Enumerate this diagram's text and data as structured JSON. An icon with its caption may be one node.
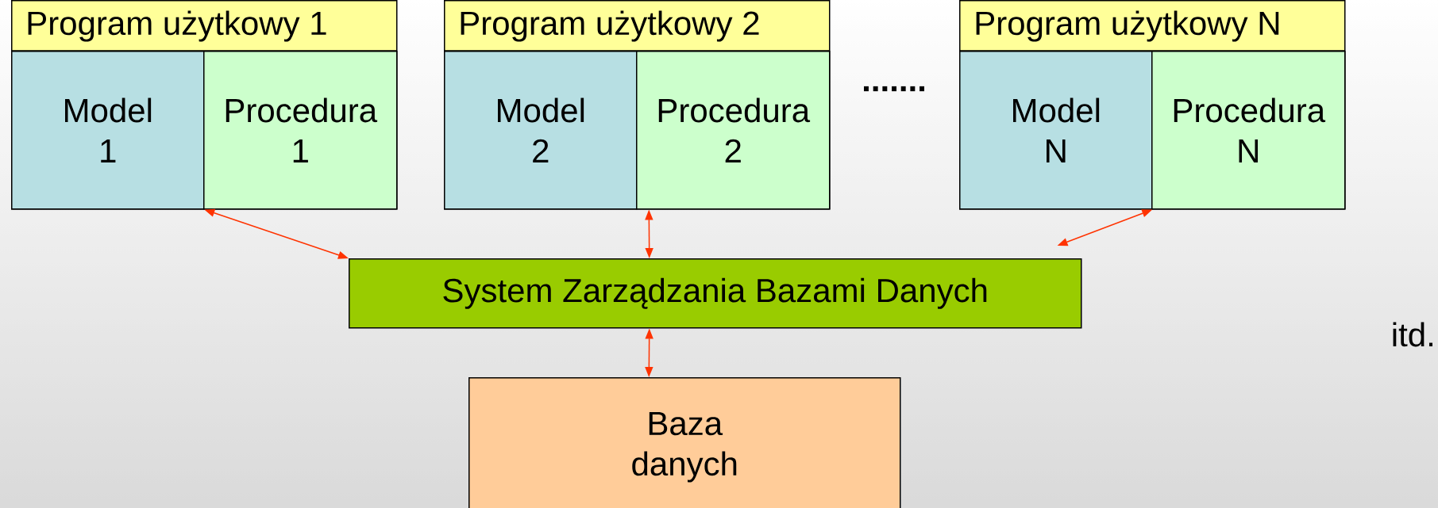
{
  "diagram": {
    "nodes": [
      {
        "text": [
          "Program użytkowy 1"
        ]
      },
      {
        "text": [
          "Model 1"
        ],
        "in": 0
      },
      {
        "text": [
          "Procedura 1"
        ],
        "in": 0
      },
      {
        "text": [
          "Program użytkowy 2"
        ]
      },
      {
        "text": [
          "Model 2"
        ],
        "in": 3
      },
      {
        "text": [
          "Procedura 2"
        ],
        "in": 3
      },
      {
        "text": [
          "Program użytkowy N"
        ]
      },
      {
        "text": [
          "Model N"
        ],
        "in": 6
      },
      {
        "text": [
          "Procedura N"
        ],
        "in": 6
      },
      {
        "text": [
          "System Zarządzania Bazami Danych"
        ]
      },
      {
        "text": [
          "Baza danych"
        ]
      }
    ],
    "edges": [
      {
        "from": 0,
        "to": 9,
        "arrow": "both"
      },
      {
        "from": 3,
        "to": 9,
        "arrow": "both"
      },
      {
        "from": 6,
        "to": 9,
        "arrow": "both"
      },
      {
        "from": 9,
        "to": 10,
        "arrow": "both"
      }
    ],
    "labels": [
      ".......",
      "itd."
    ]
  }
}
